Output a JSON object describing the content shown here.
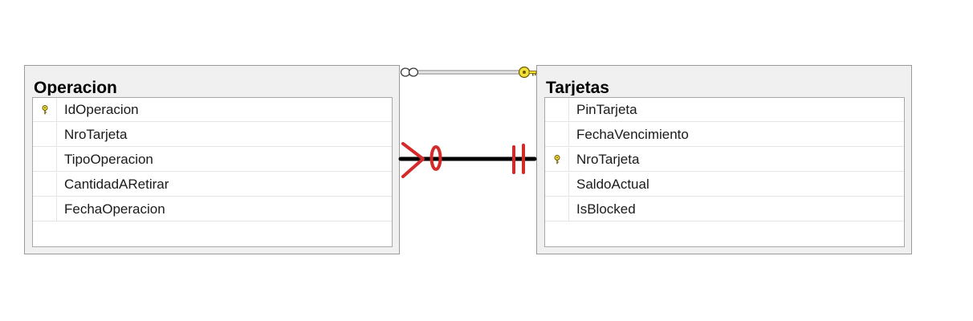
{
  "tables": {
    "operacion": {
      "title": "Operacion",
      "columns": [
        {
          "name": "IdOperacion",
          "primary_key": true
        },
        {
          "name": "NroTarjeta",
          "primary_key": false
        },
        {
          "name": "TipoOperacion",
          "primary_key": false
        },
        {
          "name": "CantidadARetirar",
          "primary_key": false
        },
        {
          "name": "FechaOperacion",
          "primary_key": false
        }
      ]
    },
    "tarjetas": {
      "title": "Tarjetas",
      "columns": [
        {
          "name": "PinTarjeta",
          "primary_key": false
        },
        {
          "name": "FechaVencimiento",
          "primary_key": false
        },
        {
          "name": "NroTarjeta",
          "primary_key": true
        },
        {
          "name": "SaldoActual",
          "primary_key": false
        },
        {
          "name": "IsBlocked",
          "primary_key": false
        }
      ]
    }
  },
  "relationship": {
    "from": "operacion",
    "to": "tarjetas",
    "many_side_icon": "infinity-icon",
    "one_side_icon": "key-icon",
    "annotation": {
      "many_side": "crow-foot-zero-or-many",
      "one_side": "exactly-one",
      "color": "#d42a2a"
    }
  },
  "colors": {
    "key": "#f2df3a",
    "annotation_red": "#d42a2a",
    "annotation_line": "#000000"
  }
}
